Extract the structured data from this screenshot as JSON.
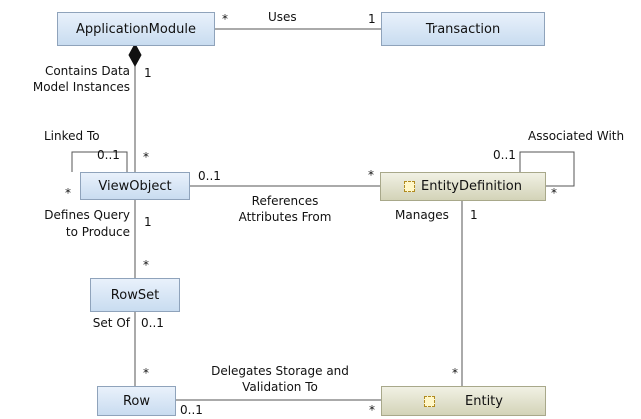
{
  "classes": {
    "application_module": "ApplicationModule",
    "transaction": "Transaction",
    "view_object": "ViewObject",
    "entity_definition": "EntityDefinition",
    "row_set": "RowSet",
    "row": "Row",
    "entity": "Entity"
  },
  "associations": {
    "uses": "Uses",
    "contains_line1": "Contains Data",
    "contains_line2": "Model Instances",
    "linked_to": "Linked To",
    "associated_with": "Associated With",
    "references_line1": "References",
    "references_line2": "Attributes From",
    "defines_line1": "Defines Query",
    "defines_line2": "to Produce",
    "manages": "Manages",
    "set_of": "Set Of",
    "delegates_line1": "Delegates Storage and",
    "delegates_line2": "Validation To"
  },
  "multiplicities": {
    "many": "*",
    "one": "1",
    "zero_or_one": "0..1"
  },
  "colors": {
    "line": "#555555",
    "class_fill_blue": "#d6e4f4",
    "class_fill_tan": "#e2e2cc"
  }
}
